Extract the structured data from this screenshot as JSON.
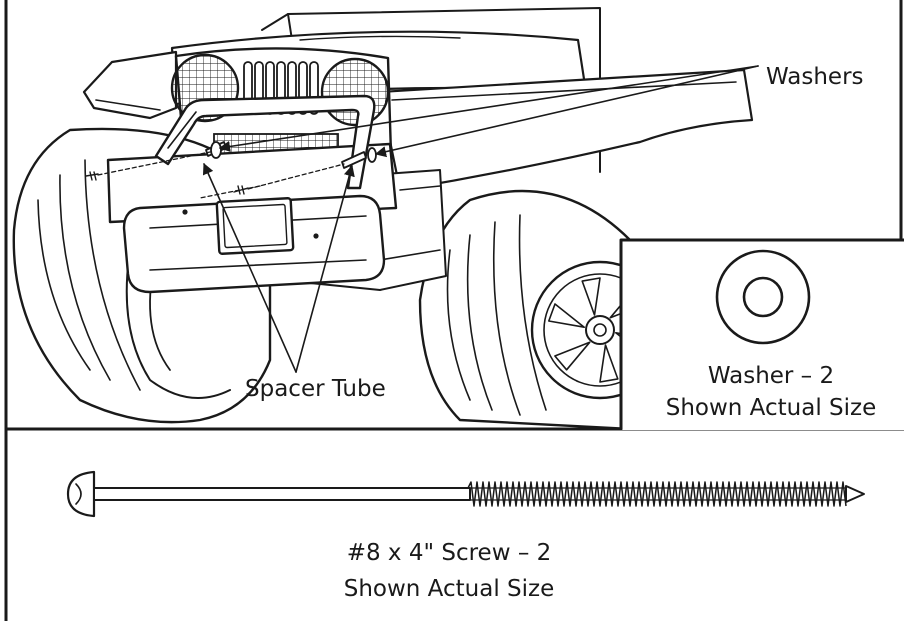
{
  "labels": {
    "washers": "Washers",
    "spacer_tube": "Spacer Tube"
  },
  "inset_washer": {
    "title": "Washer – 2",
    "subtitle": "Shown Actual Size"
  },
  "screw": {
    "title": "#8 x 4\" Screw – 2",
    "subtitle": "Shown Actual Size"
  },
  "colors": {
    "ink": "#1a1a1a",
    "paper": "#ffffff"
  }
}
